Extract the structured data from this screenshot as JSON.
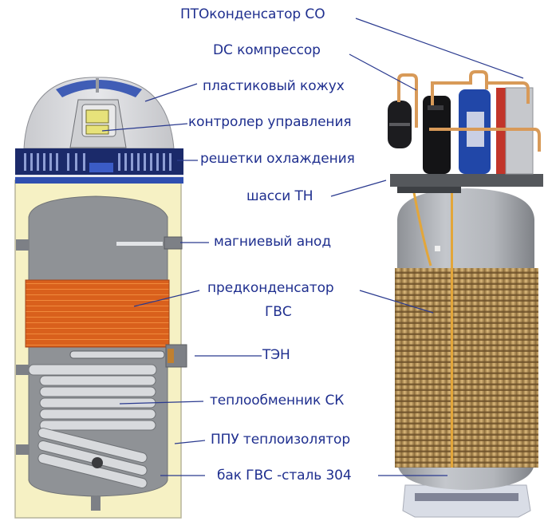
{
  "diagram": {
    "title": "",
    "subject": "heat pump water heater cutaway",
    "colors": {
      "label_text": "#1f2f8f",
      "leader_line": "#2a3a8f",
      "dome": "#dcdde0",
      "dome_blue": "#2f4fb0",
      "grille_dark": "#1b2a6a",
      "insulation": "#f6f1c4",
      "tank": "#8f9296",
      "pre_condenser": "#e0651c",
      "coil": "#d8dadd",
      "steel_tank": "#b5b8bd",
      "copper_coil": "#c8a060",
      "chassis": "#55585c"
    },
    "labels": [
      {
        "id": "pto-condenser",
        "text": "ПТОконденсатор СО"
      },
      {
        "id": "dc-compressor",
        "text": "DC компрессор"
      },
      {
        "id": "plastic-cover",
        "text": "пластиковый кожух"
      },
      {
        "id": "controller",
        "text": "контролер управления"
      },
      {
        "id": "cooling-grilles",
        "text": "решетки охлаждения"
      },
      {
        "id": "chassis",
        "text": "шасси ТН"
      },
      {
        "id": "magnesium-anode",
        "text": "магниевый анод"
      },
      {
        "id": "pre-condenser-1",
        "text": "предконденсатор"
      },
      {
        "id": "pre-condenser-2",
        "text": "ГВС"
      },
      {
        "id": "heating-element",
        "text": "ТЭН"
      },
      {
        "id": "solar-heat-exchanger",
        "text": "теплообменник СК"
      },
      {
        "id": "pu-insulation",
        "text": "ППУ теплоизолятор"
      },
      {
        "id": "dhw-tank",
        "text": "бак ГВС -сталь 304"
      }
    ]
  }
}
